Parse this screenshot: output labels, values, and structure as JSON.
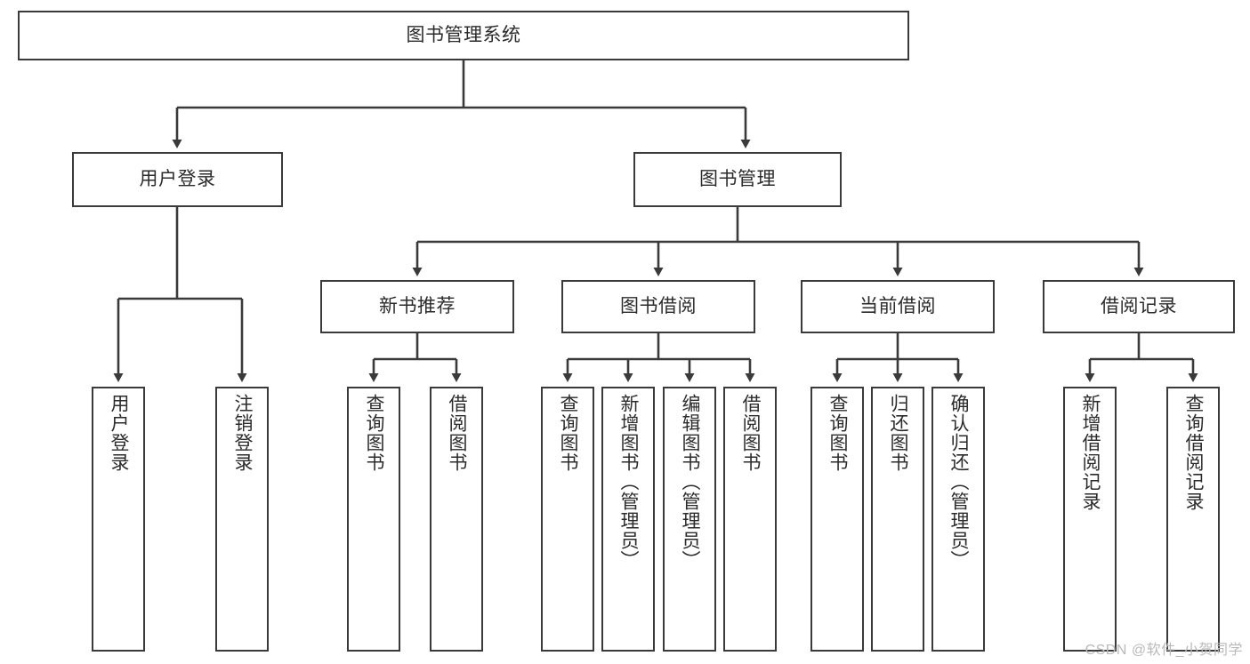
{
  "diagram": {
    "type": "tree",
    "title": "图书管理系统",
    "watermark": "CSDN @软件_小贺同学",
    "style": {
      "background": "#ffffff",
      "border_color": "#3a3a3a",
      "text_color": "#2b2b2b",
      "edge_color": "#3a3a3a",
      "watermark_color": "#b9b9b9"
    },
    "root": {
      "id": "root",
      "label": "图书管理系统"
    },
    "level2": [
      {
        "id": "login",
        "label": "用户登录"
      },
      {
        "id": "bookmgmt",
        "label": "图书管理"
      }
    ],
    "level3": [
      {
        "id": "newbook",
        "label": "新书推荐"
      },
      {
        "id": "borrow",
        "label": "图书借阅"
      },
      {
        "id": "current",
        "label": "当前借阅"
      },
      {
        "id": "record",
        "label": "借阅记录"
      }
    ],
    "leaves": {
      "login": [
        {
          "id": "leaf-user-login",
          "label": "用户登录"
        },
        {
          "id": "leaf-logout",
          "label": "注销登录"
        }
      ],
      "newbook": [
        {
          "id": "leaf-query-book-1",
          "label": "查询图书"
        },
        {
          "id": "leaf-borrow-book-1",
          "label": "借阅图书"
        }
      ],
      "borrow": [
        {
          "id": "leaf-query-book-2",
          "label": "查询图书"
        },
        {
          "id": "leaf-add-book",
          "label": "新增图书（管理员）"
        },
        {
          "id": "leaf-edit-book",
          "label": "编辑图书（管理员）"
        },
        {
          "id": "leaf-borrow-book-2",
          "label": "借阅图书"
        }
      ],
      "current": [
        {
          "id": "leaf-query-book-3",
          "label": "查询图书"
        },
        {
          "id": "leaf-return-book",
          "label": "归还图书"
        },
        {
          "id": "leaf-confirm-return",
          "label": "确认归还（管理员）"
        }
      ],
      "record": [
        {
          "id": "leaf-add-record",
          "label": "新增借阅记录"
        },
        {
          "id": "leaf-query-record",
          "label": "查询借阅记录"
        }
      ]
    }
  }
}
